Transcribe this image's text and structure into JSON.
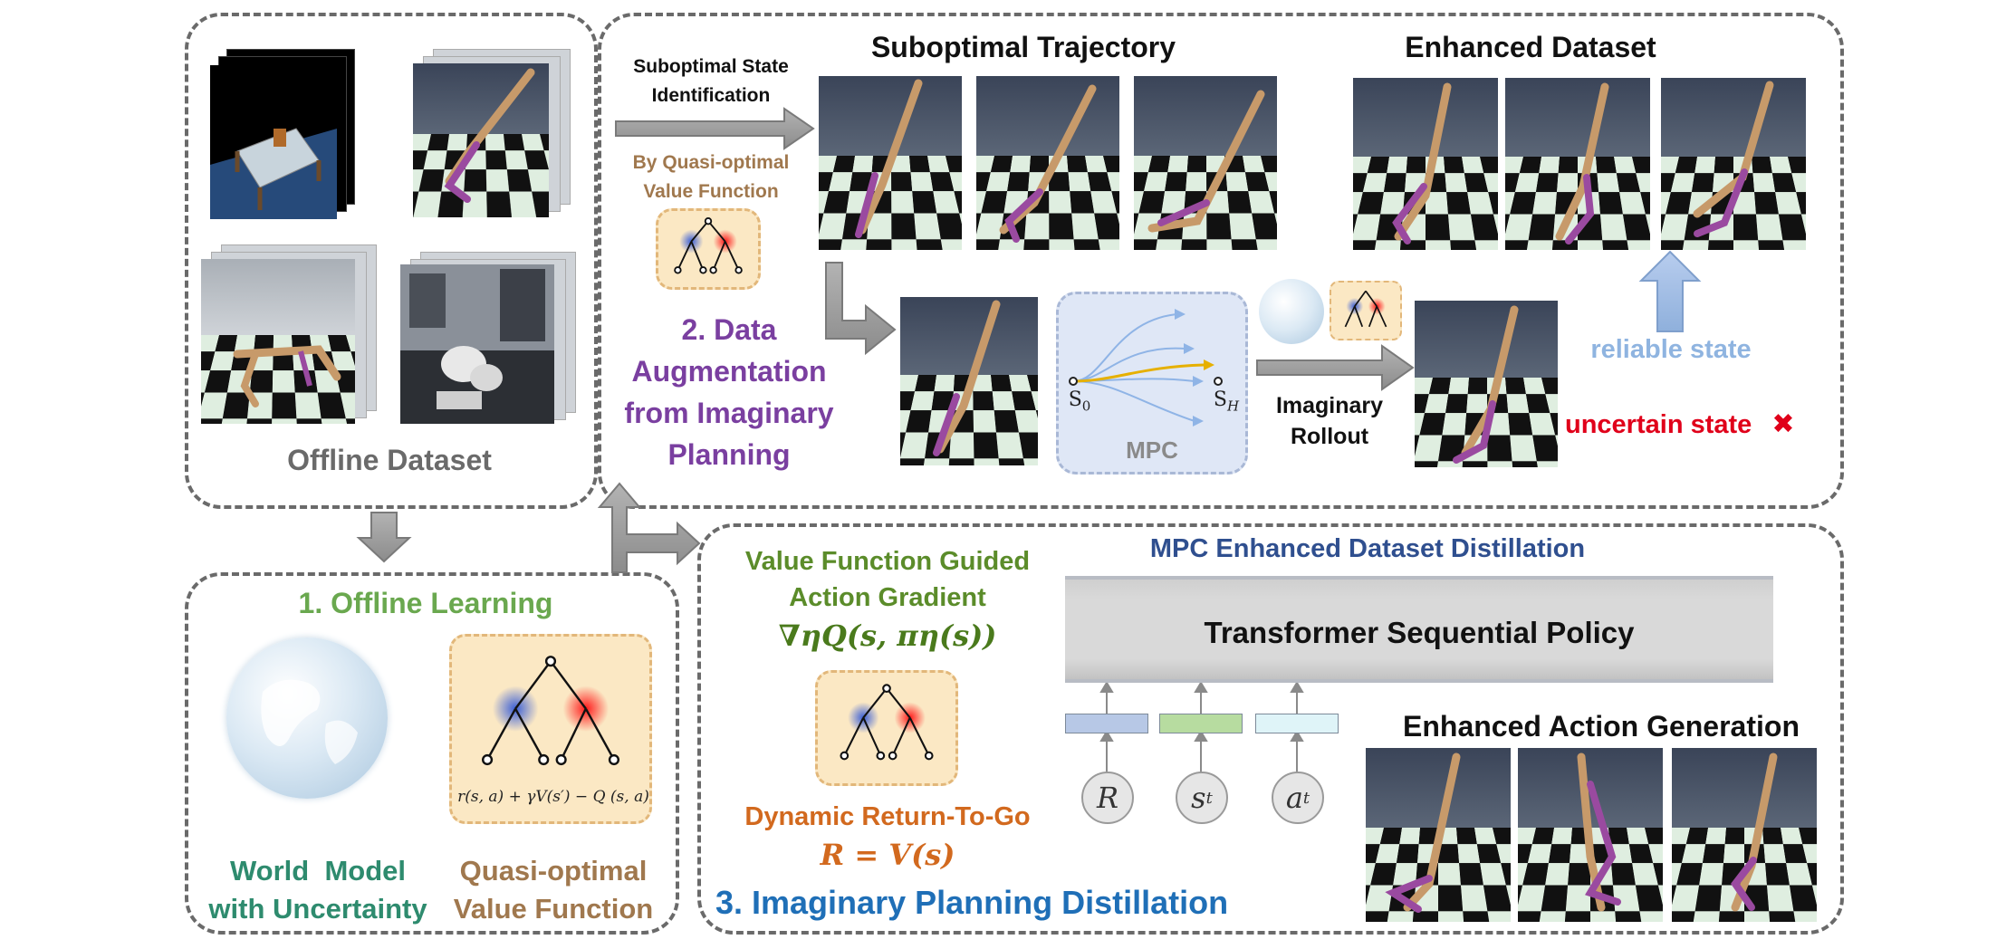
{
  "offline_dataset": {
    "label": "Offline Dataset"
  },
  "offline_learning": {
    "title": "1. Offline Learning",
    "world_model_line1": "World  Model",
    "world_model_line2": "with Uncertainty",
    "value_fn_line1": "Quasi-optimal",
    "value_fn_line2": "Value Function",
    "bellman_formula": "r(s, a) + γV(s′) − Q (s, a)"
  },
  "augmentation": {
    "identification_line1": "Suboptimal State",
    "identification_line2": "Identification",
    "by_quasi_line1": "By Quasi-optimal",
    "by_quasi_line2": "Value Function",
    "title_line1": "2. Data",
    "title_line2": "Augmentation",
    "title_line3": "from Imaginary",
    "title_line4": "Planning",
    "suboptimal_trajectory": "Suboptimal Trajectory",
    "enhanced_dataset": "Enhanced Dataset",
    "mpc_label": "MPC",
    "s0_label": "S",
    "s0_sub": "0",
    "sh_label": "S",
    "sh_sub": "H",
    "imaginary_line1": "Imaginary",
    "imaginary_line2": "Rollout",
    "reliable_state": "reliable state",
    "uncertain_state": "uncertain state",
    "uncertain_mark": "✖"
  },
  "distillation": {
    "title": "3. Imaginary Planning Distillation",
    "mpc_enhanced": "MPC Enhanced Dataset Distillation",
    "transformer": "Transformer Sequential Policy",
    "guided_line1": "Value Function Guided",
    "guided_line2": "Action Gradient",
    "gradient_formula": "∇ηQ(s, πη(s))",
    "rtg_title": "Dynamic Return-To-Go",
    "rtg_formula": "R = V(s)",
    "enhanced_action": "Enhanced Action Generation",
    "token_r": "R",
    "token_s": "s",
    "token_s_sub": "t",
    "token_a": "a",
    "token_a_sub": "t"
  },
  "colors": {
    "panel_border": "#6a6a6a",
    "green_title": "#6aa84f",
    "teal": "#2e8b6e",
    "brown": "#a0784e",
    "purple": "#7a3fa0",
    "orange": "#d2691e",
    "blue_title": "#1f6fb7",
    "navy": "#2f4f8f",
    "light_blue": "#8fb4e0",
    "red": "#e0001a",
    "arrow_gray": "#9a9a9a"
  }
}
